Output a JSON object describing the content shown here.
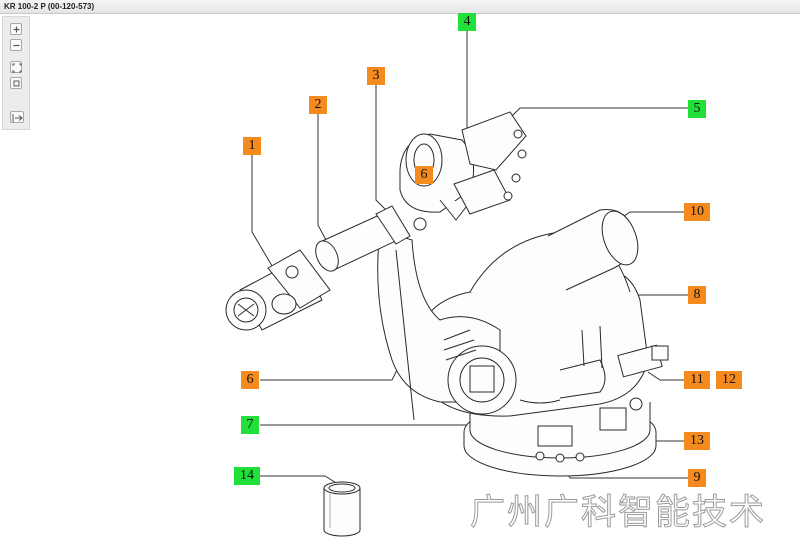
{
  "window": {
    "title": "KR 100-2 P (00-120-573)"
  },
  "toolbar": {
    "buttons": [
      {
        "name": "zoom-in-button",
        "icon": "zoom-in-icon"
      },
      {
        "name": "zoom-out-button",
        "icon": "zoom-out-icon"
      },
      {
        "name": "fit-view-button",
        "icon": "fit-view-icon"
      },
      {
        "name": "actual-size-button",
        "icon": "actual-size-icon"
      },
      {
        "name": "toggle-panel-button",
        "icon": "panel-toggle-icon"
      }
    ]
  },
  "callouts": [
    {
      "id": "1",
      "color": "#f58a1f"
    },
    {
      "id": "2",
      "color": "#f58a1f"
    },
    {
      "id": "3",
      "color": "#f58a1f"
    },
    {
      "id": "4",
      "color": "#22e03a"
    },
    {
      "id": "5",
      "color": "#22e03a"
    },
    {
      "id": "6",
      "color": "#f58a1f"
    },
    {
      "id": "6",
      "color": "#f58a1f"
    },
    {
      "id": "7",
      "color": "#22e03a"
    },
    {
      "id": "8",
      "color": "#f58a1f"
    },
    {
      "id": "9",
      "color": "#f58a1f"
    },
    {
      "id": "10",
      "color": "#f58a1f"
    },
    {
      "id": "11",
      "color": "#f58a1f"
    },
    {
      "id": "12",
      "color": "#f58a1f"
    },
    {
      "id": "13",
      "color": "#f58a1f"
    },
    {
      "id": "14",
      "color": "#22e03a"
    }
  ],
  "watermark": {
    "text": "广州广科智能技术"
  }
}
